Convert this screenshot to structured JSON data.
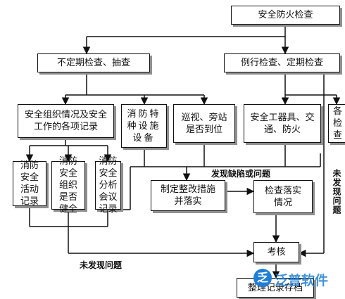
{
  "nodes": {
    "top": "安全防火检查",
    "irregular": "不定期检查、抽查",
    "regular": "例行检查、定期检查",
    "org_records": "安全组织情况及安全工作的各项记录",
    "fire_facilities": "消防特种设施设备",
    "patrol": "巡视、旁站是否到位",
    "tools": "安全工器具、交通、防火",
    "partial": "各检查",
    "fire_activity": "消防安全活动记录",
    "fire_org": "消防安全组织是否健全",
    "fire_meeting": "消防安全分析会议记录",
    "rectify": "制定整改措施并落实",
    "verify": "检查落实情况",
    "assess": "考核",
    "archive": "整理记录存档"
  },
  "labels": {
    "found": "发现缺陷或问题",
    "not_found_bottom": "未发现问题",
    "not_found_right": "未发现问题"
  },
  "logo": {
    "mark": "乏",
    "text": "泛普软件"
  },
  "colors": {
    "arrow": "#111111",
    "line": "#111111",
    "logo": "#1f7fd6"
  }
}
